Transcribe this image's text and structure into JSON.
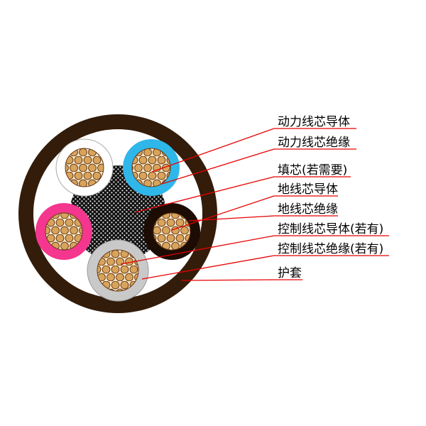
{
  "diagram": {
    "kind": "cable-cross-section",
    "labels": [
      {
        "text": "动力线芯导体"
      },
      {
        "text": "动力线芯绝缘"
      },
      {
        "text": "填芯(若需要)"
      },
      {
        "text": "地线芯导体"
      },
      {
        "text": "地线芯绝缘"
      },
      {
        "text": "控制线芯导体(若有)"
      },
      {
        "text": "控制线芯绝缘(若有)"
      },
      {
        "text": "护套"
      }
    ]
  },
  "colors": {
    "sheath": "#331c0a",
    "interior": "#ffffff",
    "filler_black": "#101010",
    "filler_dot": "#ffffff",
    "insulation_white": "#ffffff",
    "insulation_cyan": "#2fb7ea",
    "insulation_pink": "#f5368f",
    "insulation_dark": "#1d0c03",
    "insulation_gray": "#c9c9c9",
    "copper_strand": "#d8a45c",
    "copper_outline": "#6b3a12",
    "copper_background": "#f6e9cf",
    "leader_line": "#e80000",
    "label_text": "#000000"
  }
}
